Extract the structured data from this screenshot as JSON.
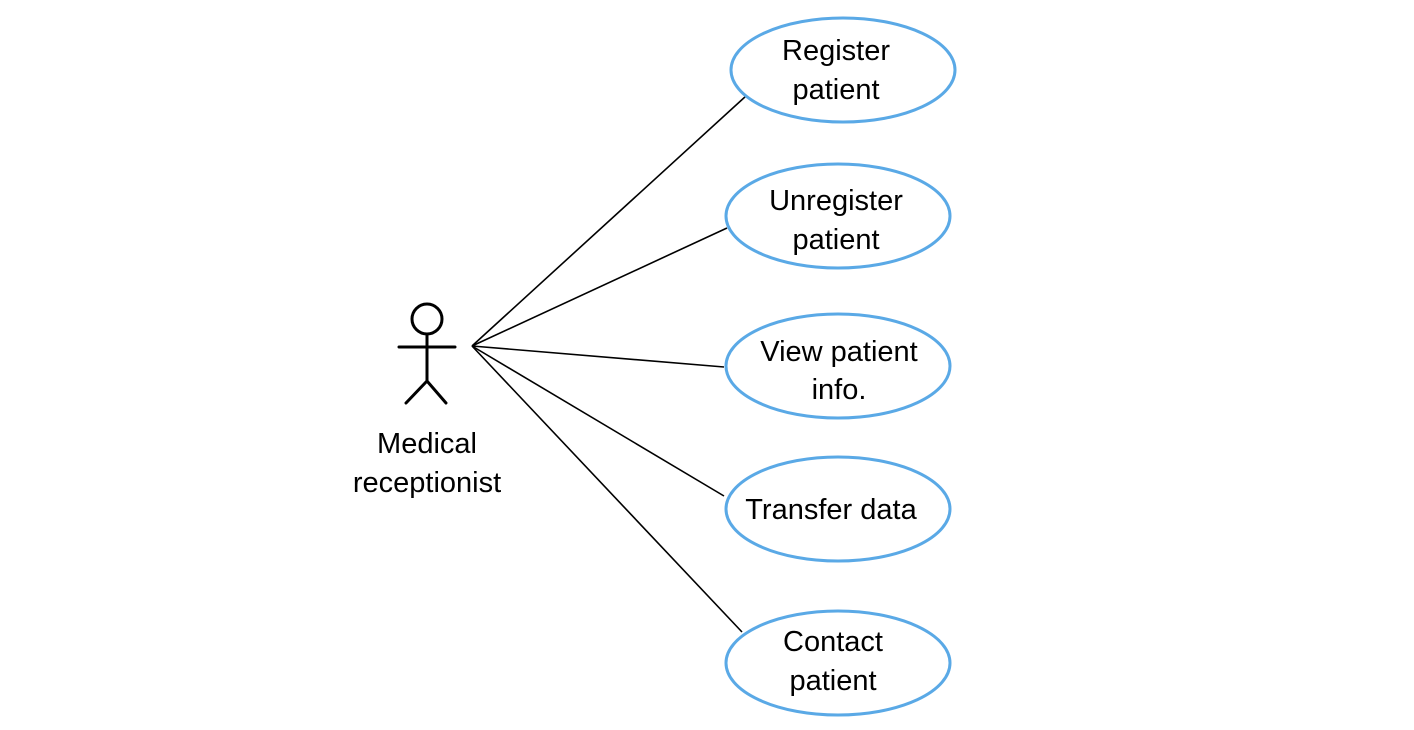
{
  "actor": {
    "name_lines": [
      "Medical",
      "receptionist"
    ]
  },
  "use_cases": [
    {
      "id": "register-patient",
      "lines": [
        "Register",
        "patient"
      ]
    },
    {
      "id": "unregister-patient",
      "lines": [
        "Unregister",
        "patient"
      ]
    },
    {
      "id": "view-patient-info",
      "lines": [
        "View patient",
        "info."
      ]
    },
    {
      "id": "transfer-data",
      "lines": [
        "Transfer data"
      ]
    },
    {
      "id": "contact-patient",
      "lines": [
        "Contact",
        "patient"
      ]
    }
  ],
  "colors": {
    "usecase_border": "#5aa9e6",
    "line": "#000000",
    "text": "#000000"
  }
}
